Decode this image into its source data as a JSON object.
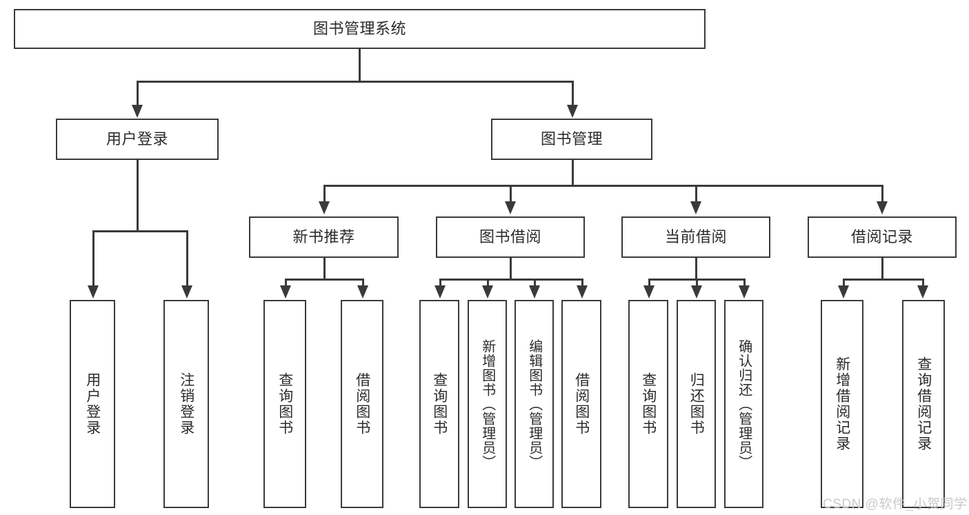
{
  "diagram": {
    "type": "tree-hierarchy",
    "title": "图书管理系统",
    "root": {
      "label": "图书管理系统"
    },
    "level2": [
      {
        "label": "用户登录"
      },
      {
        "label": "图书管理"
      }
    ],
    "level3": [
      {
        "label": "新书推荐"
      },
      {
        "label": "图书借阅"
      },
      {
        "label": "当前借阅"
      },
      {
        "label": "借阅记录"
      }
    ],
    "leaves": {
      "user_login": [
        {
          "label": "用户登录"
        },
        {
          "label": "注销登录"
        }
      ],
      "new_book_recommend": [
        {
          "label": "查询图书"
        },
        {
          "label": "借阅图书"
        }
      ],
      "book_borrow": [
        {
          "label": "查询图书"
        },
        {
          "label": "新增图书（管理员）"
        },
        {
          "label": "编辑图书（管理员）"
        },
        {
          "label": "借阅图书"
        }
      ],
      "current_borrow": [
        {
          "label": "查询图书"
        },
        {
          "label": "归还图书"
        },
        {
          "label": "确认归还（管理员）"
        }
      ],
      "borrow_record": [
        {
          "label": "新增借阅记录"
        },
        {
          "label": "查询借阅记录"
        }
      ]
    }
  },
  "watermark": {
    "text": "CSDN @软件_小贺同学"
  },
  "colors": {
    "stroke": "#3a3a3a",
    "text": "#2b2b2b",
    "background": "#ffffff",
    "watermark": "#c9c9c9"
  }
}
